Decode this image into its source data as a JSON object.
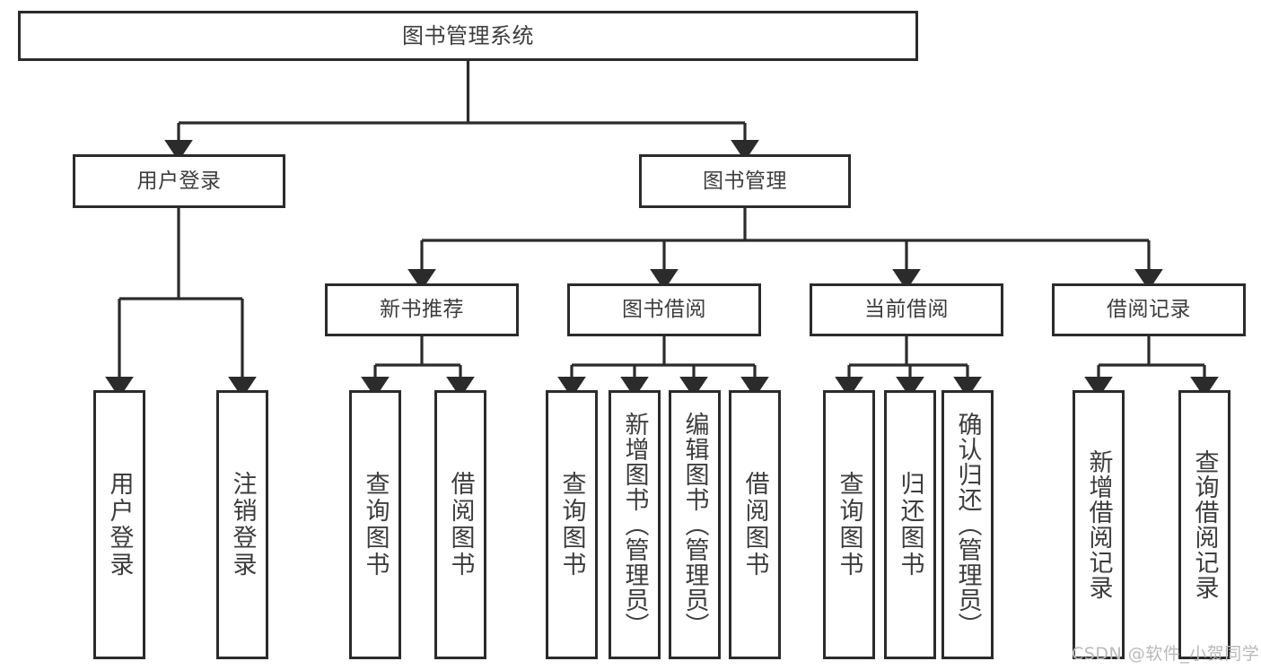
{
  "diagram": {
    "type": "tree",
    "title": "图书管理系统",
    "style": {
      "line_color": "#2b2b2b",
      "text_color": "#3d3d3d",
      "background": "#ffffff",
      "watermark_color": "#b9b9b9"
    },
    "watermark": "CSDN @软件_小贺同学",
    "levels": {
      "root": {
        "label": "图书管理系统"
      },
      "level2": [
        {
          "label": "用户登录"
        },
        {
          "label": "图书管理"
        }
      ],
      "level3": [
        {
          "label": "新书推荐"
        },
        {
          "label": "图书借阅"
        },
        {
          "label": "当前借阅"
        },
        {
          "label": "借阅记录"
        }
      ],
      "leaves_user_login": [
        {
          "label": "用户登录"
        },
        {
          "label": "注销登录"
        }
      ],
      "leaves_new_book": [
        {
          "label": "查询图书"
        },
        {
          "label": "借阅图书"
        }
      ],
      "leaves_borrow": [
        {
          "label": "查询图书"
        },
        {
          "label": "新增图书（管理员）"
        },
        {
          "label": "编辑图书（管理员）"
        },
        {
          "label": "借阅图书"
        }
      ],
      "leaves_current": [
        {
          "label": "查询图书"
        },
        {
          "label": "归还图书"
        },
        {
          "label": "确认归还（管理员）"
        }
      ],
      "leaves_records": [
        {
          "label": "新增借阅记录"
        },
        {
          "label": "查询借阅记录"
        }
      ]
    }
  }
}
